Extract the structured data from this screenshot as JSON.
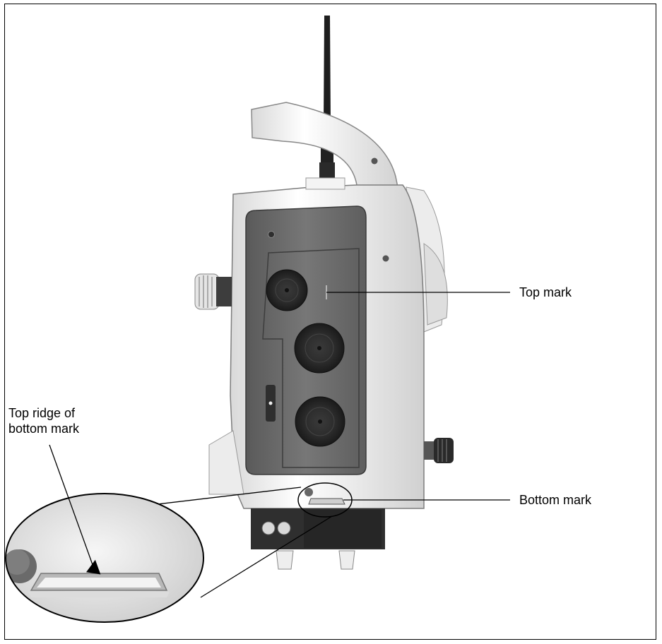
{
  "callouts": {
    "top_mark": "Top mark",
    "bottom_mark": "Bottom mark",
    "top_ridge": "Top ridge of\nbottom mark"
  },
  "colors": {
    "housing": "#f2f2f2",
    "panel": "#6d6d6d",
    "panel_dark": "#4a4a4a",
    "knob": "#3a3a3a",
    "line": "#000000"
  }
}
